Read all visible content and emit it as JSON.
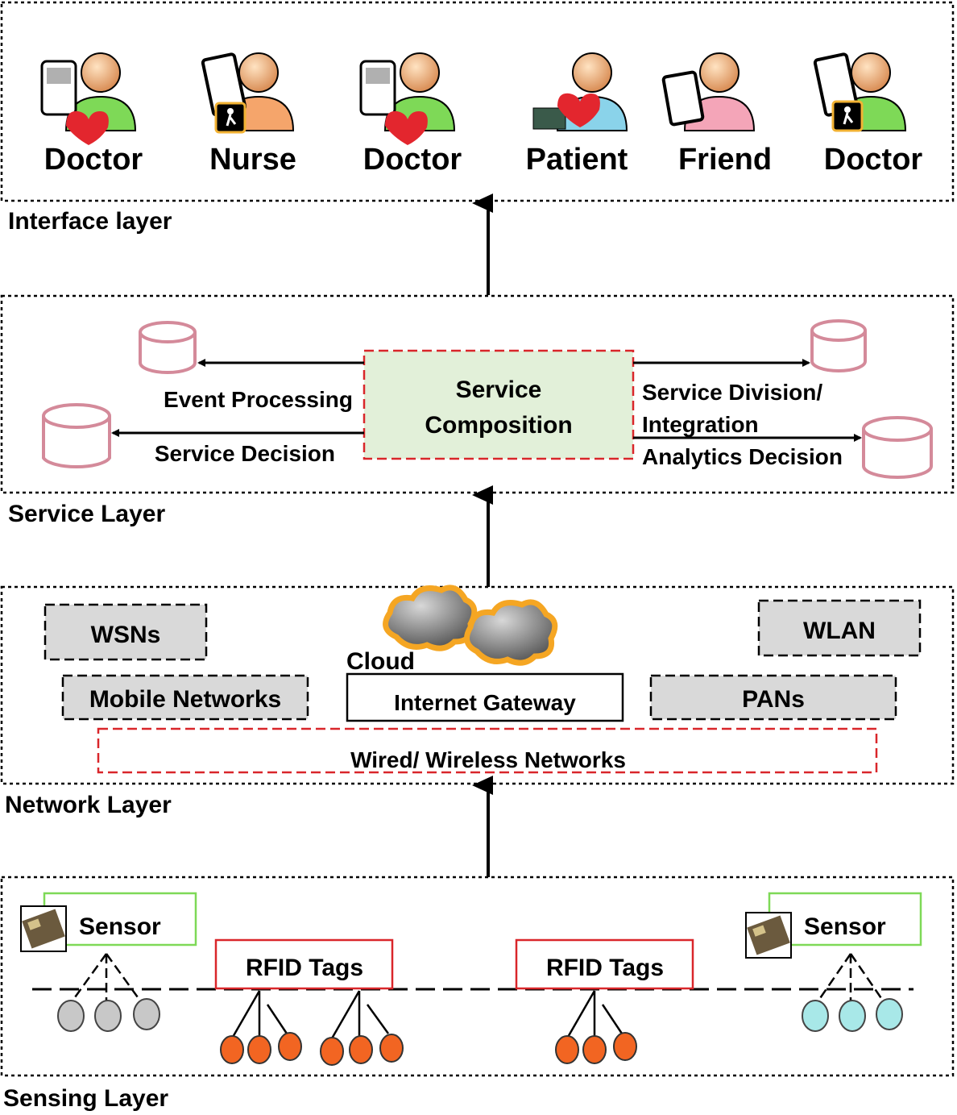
{
  "interface_layer": {
    "label": "Interface layer",
    "users": [
      {
        "label": "Doctor",
        "icon": "doctor-phone-heart-icon",
        "color": "#7ed957"
      },
      {
        "label": "Nurse",
        "icon": "nurse-tablet-walker-icon",
        "color": "#f5a56b"
      },
      {
        "label": "Doctor",
        "icon": "doctor-phone-heart-icon",
        "color": "#7ed957"
      },
      {
        "label": "Patient",
        "icon": "patient-heart-sensor-icon",
        "color": "#8ad3ea"
      },
      {
        "label": "Friend",
        "icon": "friend-tablet-icon",
        "color": "#f4a5b8"
      },
      {
        "label": "Doctor",
        "icon": "doctor-tablet-walker-icon",
        "color": "#7ed957"
      }
    ]
  },
  "service_layer": {
    "label": "Service Layer",
    "center": {
      "line1": "Service",
      "line2": "Composition"
    },
    "event_processing": "Event Processing",
    "service_decision": "Service Decision",
    "division_line1": "Service Division/",
    "division_line2": "Integration",
    "analytics_decision": "Analytics Decision"
  },
  "network_layer": {
    "label": "Network Layer",
    "wsns": "WSNs",
    "wlan": "WLAN",
    "cloud": "Cloud",
    "mobile": "Mobile Networks",
    "gateway": "Internet Gateway",
    "pans": "PANs",
    "wired": "Wired/ Wireless Networks"
  },
  "sensing_layer": {
    "label": "Sensing Layer",
    "sensor_left": "Sensor",
    "sensor_right": "Sensor",
    "rfid_left": "RFID Tags",
    "rfid_right": "RFID Tags"
  },
  "colors": {
    "gray_node": "#c8c8c8",
    "orange_node": "#f26522",
    "cyan_node": "#a8e8e8",
    "service_box_fill": "#e2f0d9",
    "red_dash": "#d9262a",
    "green_box": "#7ed957",
    "db_rim": "#d48a9a"
  }
}
